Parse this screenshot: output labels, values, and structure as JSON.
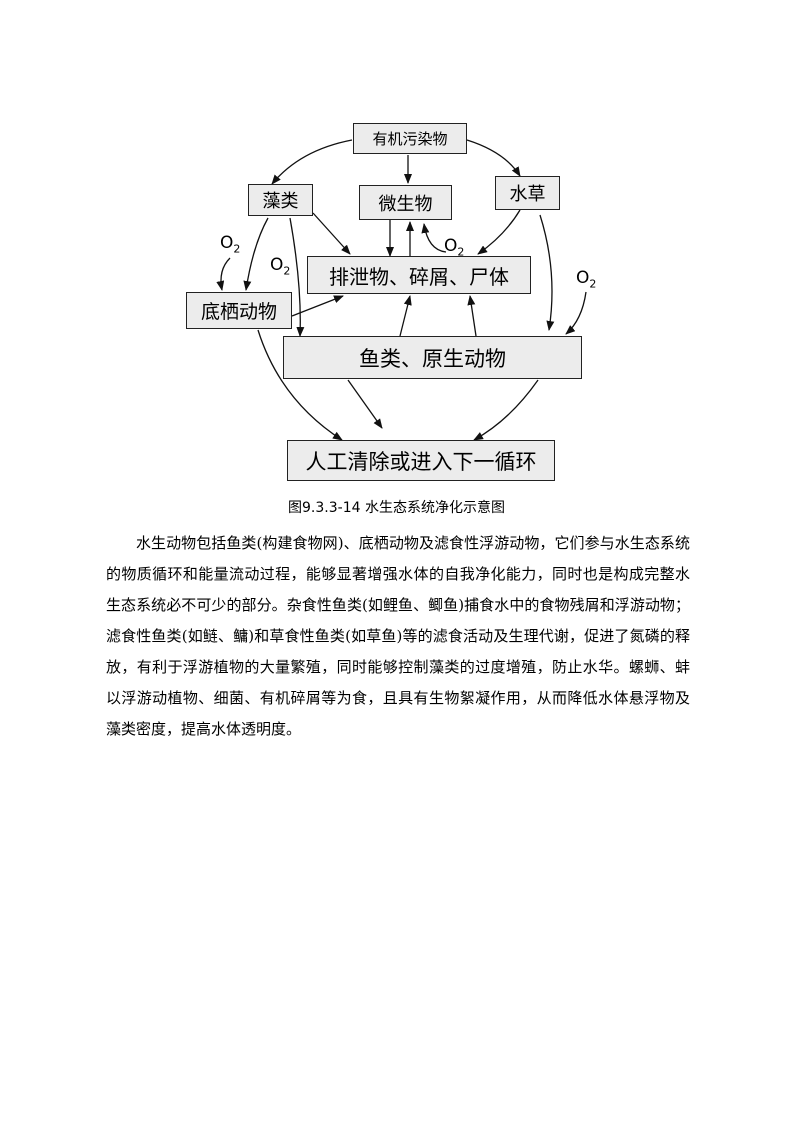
{
  "diagram": {
    "nodes": {
      "organic_pollutants": "有机污染物",
      "algae": "藻类",
      "microbes": "微生物",
      "aquatic_plants": "水草",
      "excreta": "排泄物、碎屑、尸体",
      "benthic_animals": "底栖动物",
      "fish_protozoa": "鱼类、原生动物",
      "removal": "人工清除或进入下一循环"
    },
    "oxygen_symbol": "O",
    "oxygen_subscript": "2"
  },
  "caption": "图9.3.3-14    水生态系统净化示意图",
  "paragraph": "水生动物包括鱼类(构建食物网)、底栖动物及滤食性浮游动物，它们参与水生态系统的物质循环和能量流动过程，能够显著增强水体的自我净化能力，同时也是构成完整水生态系统必不可少的部分。杂食性鱼类(如鲤鱼、鲫鱼)捕食水中的食物残屑和浮游动物；滤食性鱼类(如鲢、鳙)和草食性鱼类(如草鱼)等的滤食活动及生理代谢，促进了氮磷的释放，有利于浮游植物的大量繁殖，同时能够控制藻类的过度增殖，防止水华。螺蛳、蚌以浮游动植物、细菌、有机碎屑等为食，且具有生物絮凝作用，从而降低水体悬浮物及藻类密度，提高水体透明度。"
}
